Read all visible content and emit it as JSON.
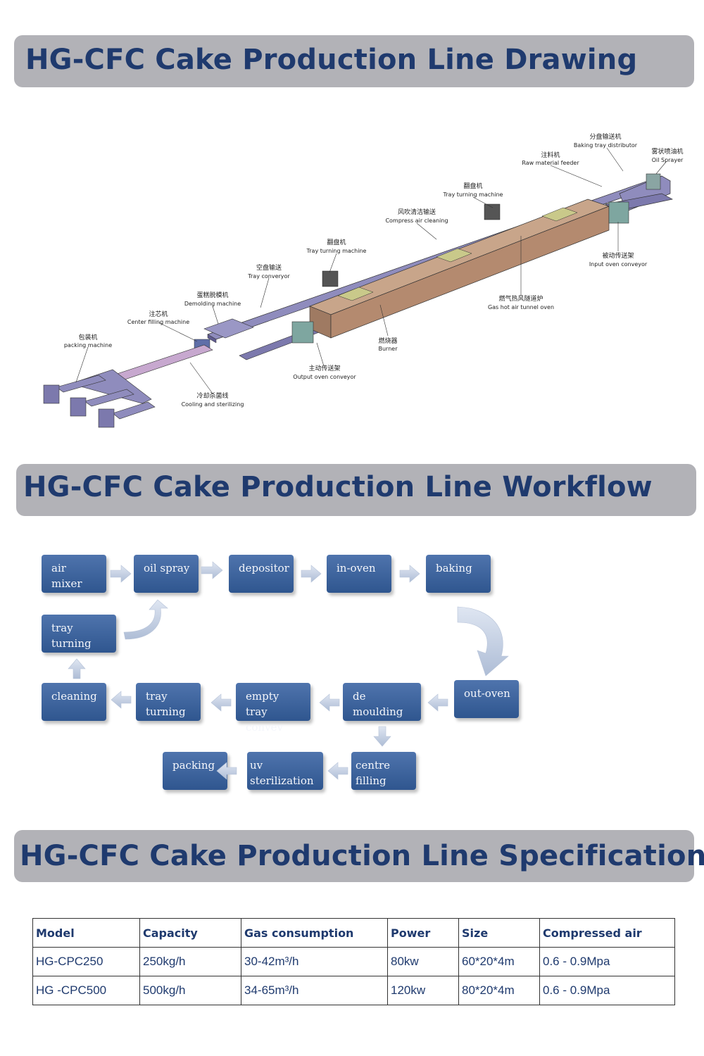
{
  "sections": {
    "drawing_title": "HG-CFC Cake Production Line Drawing",
    "workflow_title": "HG-CFC Cake Production Line Workflow",
    "spec_title": "HG-CFC Cake Production Line Specification"
  },
  "drawing_labels": [
    {
      "cn": "分盘输送机",
      "en": "Baking tray distributor"
    },
    {
      "cn": "雾状喷油机",
      "en": "Oil Sprayer"
    },
    {
      "cn": "注料机",
      "en": "Raw material feeder"
    },
    {
      "cn": "翻盘机",
      "en": "Tray turning machine"
    },
    {
      "cn": "风吹清洁输送",
      "en": "Compress air cleaning"
    },
    {
      "cn": "翻盘机",
      "en": "Tray turning machine"
    },
    {
      "cn": "空盘输送",
      "en": "Tray converyor"
    },
    {
      "cn": "蛋糕脱模机",
      "en": "Demolding machine"
    },
    {
      "cn": "注芯机",
      "en": "Center filling machine"
    },
    {
      "cn": "包装机",
      "en": "packing machine"
    },
    {
      "cn": "被动传送架",
      "en": "Input oven conveyor"
    },
    {
      "cn": "燃气热风隧道炉",
      "en": "Gas hot air tunnel oven"
    },
    {
      "cn": "燃烧器",
      "en": "Burner"
    },
    {
      "cn": "主动传送架",
      "en": "Output oven conveyor"
    },
    {
      "cn": "冷却杀菌线",
      "en": "Cooling and sterilizing"
    }
  ],
  "workflow": {
    "steps": [
      {
        "label": "air mixer"
      },
      {
        "label": "oil spray"
      },
      {
        "label": "depositor"
      },
      {
        "label": "in-oven"
      },
      {
        "label": "baking"
      },
      {
        "label": "tray turning"
      },
      {
        "label": "out-oven"
      },
      {
        "label": "de moulding"
      },
      {
        "label": "empty tray convev"
      },
      {
        "label": "tray turning"
      },
      {
        "label": "cleaning"
      },
      {
        "label": "centre filling"
      },
      {
        "label": "uv sterilization"
      },
      {
        "label": "packing"
      }
    ]
  },
  "spec": {
    "headers": [
      "Model",
      "Capacity",
      "Gas consumption",
      "Power",
      "Size",
      "Compressed air"
    ],
    "rows": [
      [
        "HG-CPC250",
        "250kg/h",
        "30-42m³/h",
        "80kw",
        "60*20*4m",
        "0.6 - 0.9Mpa"
      ],
      [
        "HG -CPC500",
        "500kg/h",
        "34-65m³/h",
        "120kw",
        "80*20*4m",
        "0.6 - 0.9Mpa"
      ]
    ]
  },
  "colors": {
    "banner": "#b2b2b7",
    "title": "#1f3a6e",
    "box": "#3e639e",
    "oven": "#b48a6f",
    "frame": "#6e6a99"
  }
}
